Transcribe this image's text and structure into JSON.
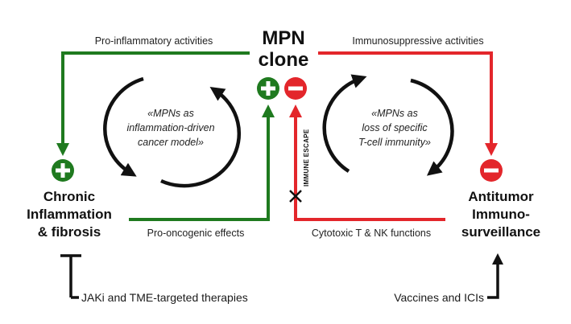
{
  "colors": {
    "green": "#1f7a1f",
    "red": "#e3262b",
    "black": "#111111"
  },
  "center": {
    "title_line1": "MPN",
    "title_line2": "clone"
  },
  "left": {
    "top_label": "Pro-inflammatory activities",
    "node_line1": "Chronic",
    "node_line2": "Inflammation",
    "node_line3": "& fibrosis",
    "effect_label": "Pro-oncogenic effects",
    "therapy_label": "JAKi and TME-targeted therapies",
    "cycle_line1": "«MPNs as",
    "cycle_line2": "inflammation-driven",
    "cycle_line3": "cancer model»"
  },
  "right": {
    "top_label": "Immunosuppressive activities",
    "node_line1": "Antitumor",
    "node_line2": "Immuno-",
    "node_line3": "surveillance",
    "effect_label": "Cytotoxic T & NK functions",
    "therapy_label": "Vaccines and ICIs",
    "cycle_line1": "«MPNs as",
    "cycle_line2": "loss of specific",
    "cycle_line3": "T-cell immunity»"
  },
  "immune_escape_label": "IMMUNE ESCAPE",
  "icons": {
    "plus": "plus-circle-icon",
    "minus": "minus-circle-icon",
    "block": "x-mark-icon"
  }
}
